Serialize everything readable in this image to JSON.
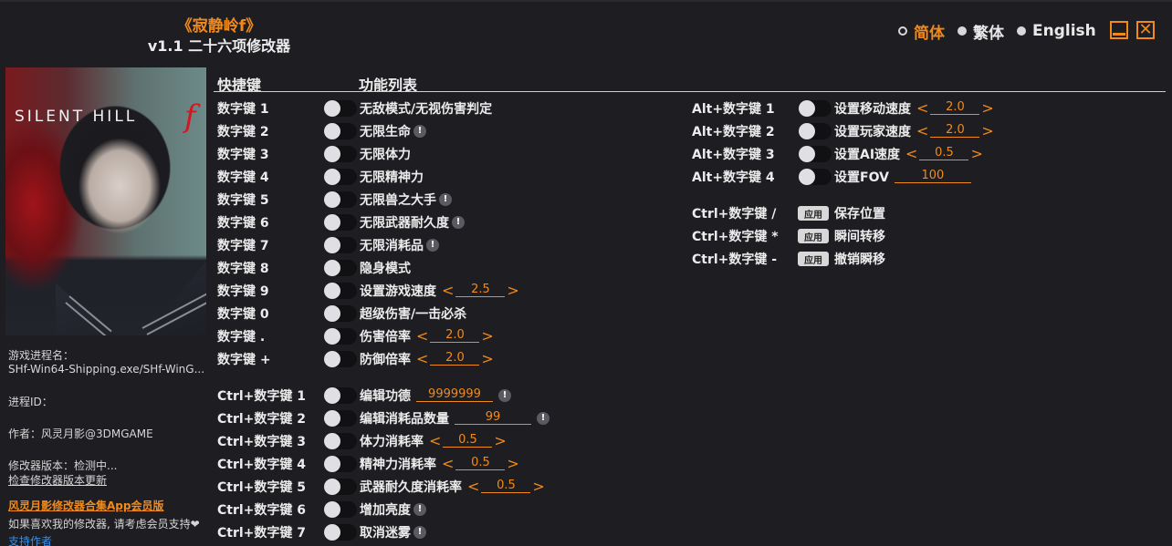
{
  "header": {
    "title": "《寂静岭f》",
    "subtitle": "v1.1 二十六项修改器",
    "languages": [
      {
        "label": "简体",
        "selected": true
      },
      {
        "label": "繁体",
        "selected": false
      },
      {
        "label": "English",
        "selected": false
      }
    ],
    "minimize_icon": "minimize-icon",
    "close_icon": "close-icon",
    "close_glyph": "✕",
    "accent_color": "#f08a1c"
  },
  "cover": {
    "title_text": "SILENT HILL",
    "title_f": "f"
  },
  "sidebar": {
    "process_name_label": "游戏进程名：",
    "process_name_value": "SHf-Win64-Shipping.exe/SHf-WinG...",
    "process_id_label": "进程ID：",
    "author": "作者：风灵月影@3DMGAME",
    "version": "修改器版本：检测中...",
    "check_update": "检查修改器版本更新",
    "app_link": "风灵月影修改器合集App会员版",
    "support_text": "如果喜欢我的修改器, 请考虑会员支持❤",
    "support_link": "支持作者"
  },
  "columns": {
    "hotkey": "快捷键",
    "features": "功能列表"
  },
  "left_list": [
    {
      "key": "数字键 1",
      "label": "无敌模式/无视伤害判定"
    },
    {
      "key": "数字键 2",
      "label": "无限生命",
      "warn": true
    },
    {
      "key": "数字键 3",
      "label": "无限体力"
    },
    {
      "key": "数字键 4",
      "label": "无限精神力"
    },
    {
      "key": "数字键 5",
      "label": "无限兽之大手",
      "warn": true
    },
    {
      "key": "数字键 6",
      "label": "无限武器耐久度",
      "warn": true
    },
    {
      "key": "数字键 7",
      "label": "无限消耗品",
      "warn": true
    },
    {
      "key": "数字键 8",
      "label": "隐身模式"
    },
    {
      "key": "数字键 9",
      "label": "设置游戏速度",
      "value": "2.5"
    },
    {
      "key": "数字键 0",
      "label": "超级伤害/一击必杀"
    },
    {
      "key": "数字键 .",
      "label": "伤害倍率",
      "value": "2.0"
    },
    {
      "key": "数字键 +",
      "label": "防御倍率",
      "value": "2.0"
    }
  ],
  "ctrl_list": [
    {
      "key": "Ctrl+数字键 1",
      "label": "编辑功德",
      "input": "9999999",
      "warn": true
    },
    {
      "key": "Ctrl+数字键 2",
      "label": "编辑消耗品数量",
      "input": "99",
      "warn": true
    },
    {
      "key": "Ctrl+数字键 3",
      "label": "体力消耗率",
      "value": "0.5"
    },
    {
      "key": "Ctrl+数字键 4",
      "label": "精神力消耗率",
      "value": "0.5"
    },
    {
      "key": "Ctrl+数字键 5",
      "label": "武器耐久度消耗率",
      "value": "0.5"
    },
    {
      "key": "Ctrl+数字键 6",
      "label": "增加亮度",
      "warn": true
    },
    {
      "key": "Ctrl+数字键 7",
      "label": "取消迷雾",
      "warn": true
    }
  ],
  "alt_list": [
    {
      "key": "Alt+数字键 1",
      "label": "设置移动速度",
      "value": "2.0"
    },
    {
      "key": "Alt+数字键 2",
      "label": "设置玩家速度",
      "value": "2.0"
    },
    {
      "key": "Alt+数字键 3",
      "label": "设置AI速度",
      "value": "0.5"
    },
    {
      "key": "Alt+数字键 4",
      "label": "设置FOV",
      "input": "100"
    }
  ],
  "apply_list": [
    {
      "key": "Ctrl+数字键 /",
      "button": "应用",
      "label": "保存位置"
    },
    {
      "key": "Ctrl+数字键 *",
      "button": "应用",
      "label": "瞬间转移"
    },
    {
      "key": "Ctrl+数字键 -",
      "button": "应用",
      "label": "撤销瞬移"
    }
  ],
  "glyphs": {
    "warn": "!",
    "arrow_left": "<",
    "arrow_right": ">"
  }
}
